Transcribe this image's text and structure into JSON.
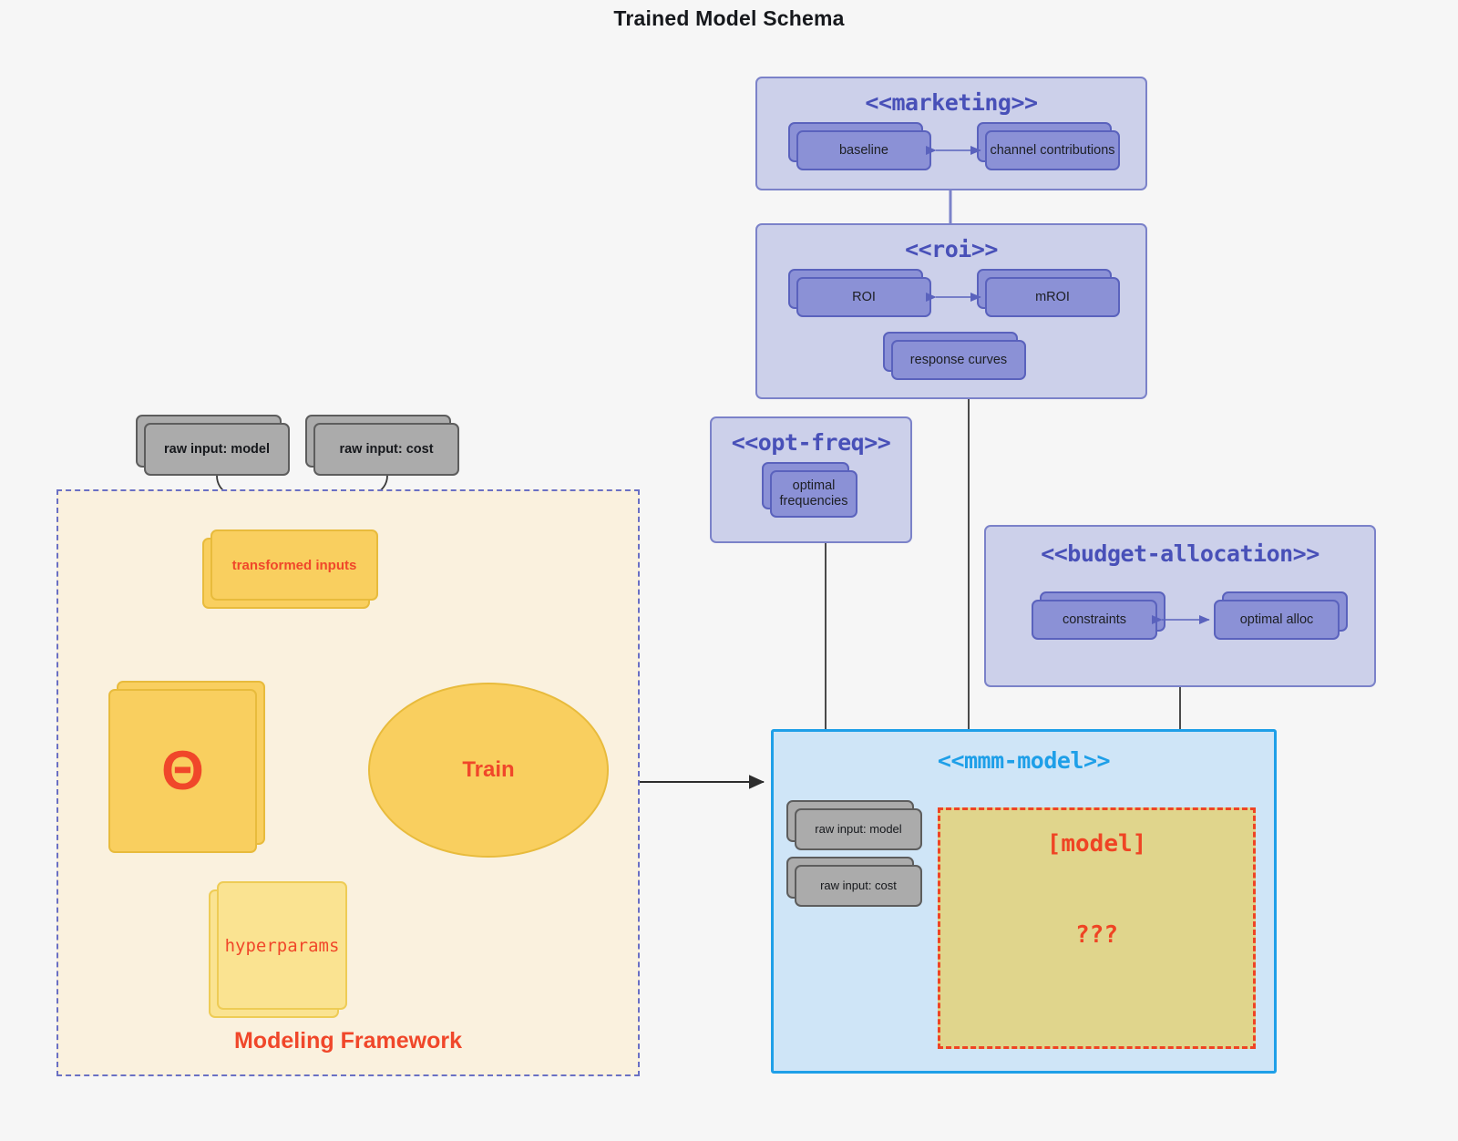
{
  "title": "Trained Model Schema",
  "packages": {
    "marketing": {
      "name": "<<marketing>>",
      "nodes": [
        {
          "label": "baseline"
        },
        {
          "label": "channel contributions"
        }
      ]
    },
    "roi": {
      "name": "<<roi>>",
      "nodes": [
        {
          "label": "ROI"
        },
        {
          "label": "mROI"
        },
        {
          "label": "response curves"
        }
      ]
    },
    "opt_freq": {
      "name": "<<opt-freq>>",
      "nodes": [
        {
          "label": "optimal\nfrequencies",
          "line1": "optimal",
          "line2": "frequencies"
        }
      ]
    },
    "budget_allocation": {
      "name": "<<budget-allocation>>",
      "nodes": [
        {
          "label": "constraints"
        },
        {
          "label": "optimal alloc"
        }
      ]
    },
    "mmm_model": {
      "name": "<<mmm-model>>",
      "inputs": [
        {
          "label": "raw input: model"
        },
        {
          "label": "raw input: cost"
        }
      ],
      "model_box": {
        "title": "[model]",
        "body": "???"
      }
    }
  },
  "framework": {
    "label": "Modeling Framework",
    "raw_inputs": [
      {
        "label": "raw input: model"
      },
      {
        "label": "raw input: cost"
      }
    ],
    "transformed_inputs": "transformed inputs",
    "theta": "Θ",
    "hyperparams": "hyperparams",
    "train": "Train"
  },
  "colors": {
    "canvas": "#f6f6f6",
    "package_fill": "#ccd0ea",
    "package_border": "#7b82c9",
    "package_title": "#4850b8",
    "node_fill": "#8b91d6",
    "node_border": "#5a62bd",
    "grey_fill": "#ababab",
    "grey_border": "#5d5d5d",
    "framework_fill": "#faf1de",
    "framework_border": "#6a70c4",
    "yellow_fill": "#f9cf5f",
    "yellow_border": "#e8bb3c",
    "pale_yellow_fill": "#fae391",
    "accent_red": "#f0472a",
    "mmm_fill": "#cfe5f7",
    "mmm_border": "#1e9fe8",
    "model_fill": "#e0d58c",
    "model_border": "#ef4424",
    "wire_grey": "#4a4a4a"
  }
}
